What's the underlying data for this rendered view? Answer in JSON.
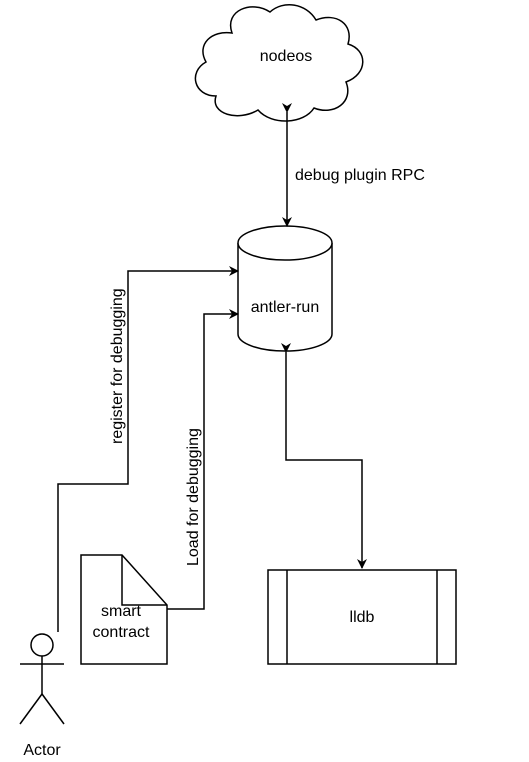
{
  "nodes": {
    "nodeos": "nodeos",
    "antler_run": "antler-run",
    "lldb": "lldb",
    "smart_contract_line1": "smart",
    "smart_contract_line2": "contract",
    "actor": "Actor"
  },
  "edges": {
    "debug_plugin_rpc": "debug plugin RPC",
    "register_for_debugging": "register for debugging",
    "load_for_debugging": "Load for debugging"
  },
  "colors": {
    "stroke": "#000000",
    "fill": "#ffffff",
    "text": "#000000"
  }
}
